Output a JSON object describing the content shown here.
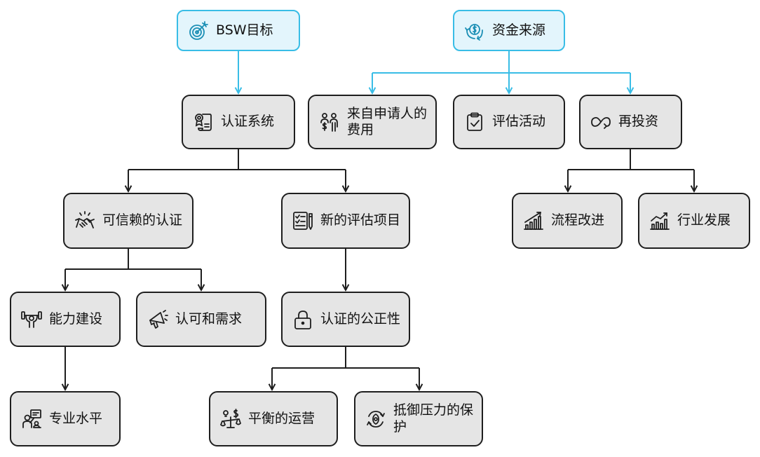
{
  "colors": {
    "root_border": "#39bde6",
    "root_fill": "#e3f5fc",
    "node_fill": "#e5e5e5",
    "line": "#1e1e1e",
    "root_line": "#39bde6"
  },
  "nodes": {
    "bsw_goal": {
      "label": "BSW目标",
      "icon": "target-icon"
    },
    "funding_source": {
      "label": "资金来源",
      "icon": "money-cycle-icon"
    },
    "cert_system": {
      "label": "认证系统",
      "icon": "certificate-icon"
    },
    "applicant_fee": {
      "label": "来自申请人的费用",
      "icon": "people-money-icon"
    },
    "eval_activity": {
      "label": "评估活动",
      "icon": "clipboard-check-icon"
    },
    "reinvest": {
      "label": "再投资",
      "icon": "infinity-cycle-icon"
    },
    "trusted_cert": {
      "label": "可信赖的认证",
      "icon": "handshake-icon"
    },
    "new_eval_project": {
      "label": "新的评估项目",
      "icon": "checklist-pen-icon"
    },
    "process_improve": {
      "label": "流程改进",
      "icon": "growth-chart-icon"
    },
    "industry_dev": {
      "label": "行业发展",
      "icon": "bar-trend-icon"
    },
    "capacity_build": {
      "label": "能力建设",
      "icon": "muscle-icon"
    },
    "recognition_demand": {
      "label": "认可和需求",
      "icon": "megaphone-icon"
    },
    "cert_fairness": {
      "label": "认证的公正性",
      "icon": "lock-icon"
    },
    "expertise": {
      "label": "专业水平",
      "icon": "presenter-icon"
    },
    "balanced_ops": {
      "label": "平衡的运营",
      "icon": "scale-money-icon"
    },
    "pressure_resist": {
      "label": "抵御压力的保护",
      "icon": "shield-cycle-icon"
    }
  }
}
